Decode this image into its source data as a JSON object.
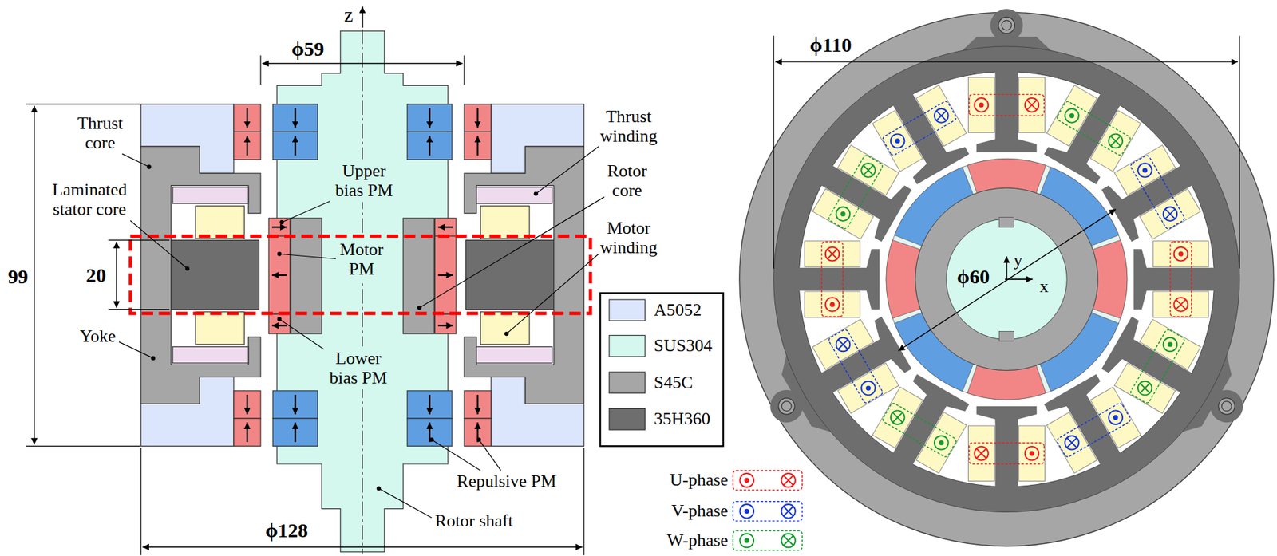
{
  "diagram": {
    "labels": [
      "z",
      "ϕ59",
      "ϕ110",
      "Thrust core",
      "Thrust winding",
      "Upper bias PM",
      "Rotor core",
      "Laminated stator core",
      "Motor PM",
      "Motor winding",
      "99",
      "20",
      "ϕ60",
      "y",
      "x",
      "Yoke",
      "Lower bias PM",
      "Repulsive PM",
      "Rotor shaft",
      "ϕ128"
    ],
    "legend": [
      {
        "text": "A5052",
        "color": "#dbe5fb"
      },
      {
        "text": "SUS304",
        "color": "#d4f8ee"
      },
      {
        "text": "S45C",
        "color": "#a6a6a6"
      },
      {
        "text": "35H360",
        "color": "#6e6e6e"
      },
      {
        "text": "U-phase"
      },
      {
        "text": "V-phase"
      },
      {
        "text": "W-phase"
      }
    ]
  }
}
